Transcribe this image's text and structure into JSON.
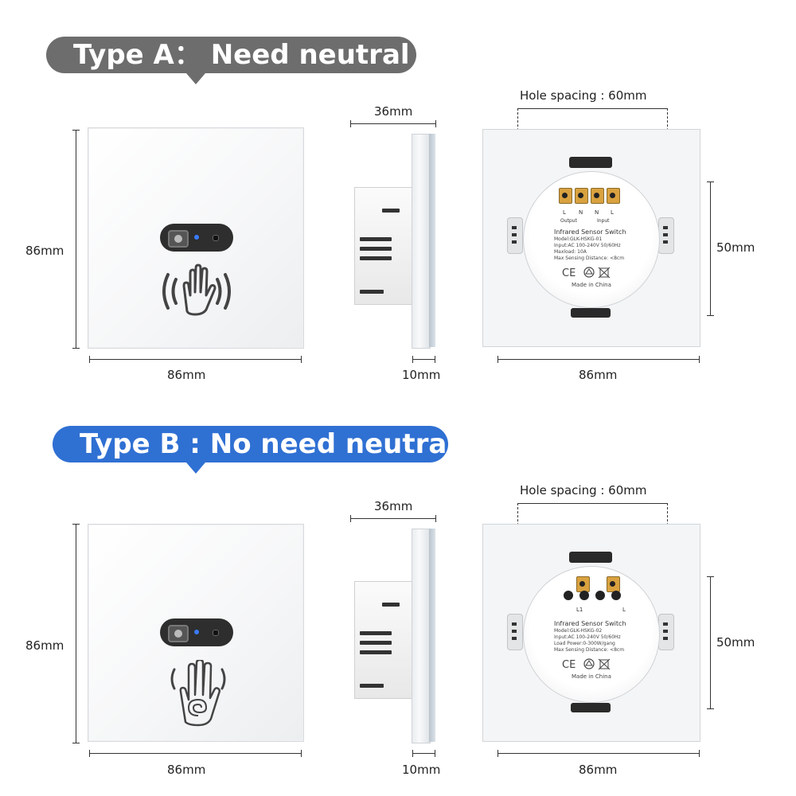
{
  "type_a": {
    "banner": "Type A：  Need neutral",
    "front": {
      "height": "86mm",
      "width": "86mm"
    },
    "side": {
      "depth": "36mm",
      "thickness": "10mm"
    },
    "back": {
      "hole_spacing": "Hole spacing : 60mm",
      "height": "50mm",
      "width": "86mm",
      "terminals": [
        "L",
        "N",
        "N",
        "L"
      ],
      "terminal_groups": [
        "Output",
        "Input"
      ],
      "label_title": "Infrared Sensor Switch",
      "label_lines": [
        "Model:GLK-HSKG-01",
        "Input:AC 100-240V 50/60Hz",
        "Maxload: 10A",
        "Max Sensing Distance: <8cm"
      ],
      "made_in": "Made in China"
    }
  },
  "type_b": {
    "banner": "Type B : No need neutral",
    "front": {
      "height": "86mm",
      "width": "86mm"
    },
    "side": {
      "depth": "36mm",
      "thickness": "10mm"
    },
    "back": {
      "hole_spacing": "Hole spacing : 60mm",
      "height": "50mm",
      "width": "86mm",
      "terminals": [
        "L1",
        "L"
      ],
      "label_title": "Infrared Sensor Switch",
      "label_lines": [
        "Model:GLK-HSKG-02",
        "Input:AC 100-240V 50/60Hz",
        "Load Power:0-300W/gang",
        "Max Sensing Distance: <8cm"
      ],
      "made_in": "Made in China"
    }
  },
  "colors": {
    "banner_a": "#6d6d6d",
    "banner_b": "#2f70d3",
    "led": "#3a7bff"
  },
  "icons": [
    "hand-wave-icon",
    "hand-touch-icon",
    "ce-mark-icon",
    "recycle-icon",
    "weee-bin-icon"
  ]
}
